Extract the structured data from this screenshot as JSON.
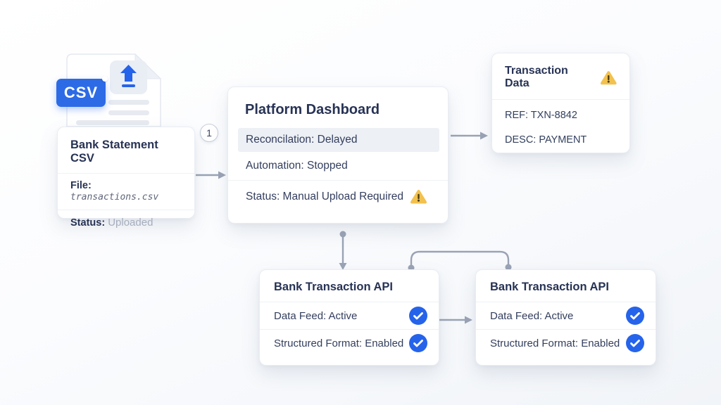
{
  "palette": {
    "blue": "#2563eb",
    "badge_blue": "#2d6be6",
    "navy": "#273355",
    "body_text": "#333e5e",
    "muted_text": "#a6adbd",
    "amber": "#f2c14e",
    "connector": "#9aa3b5"
  },
  "file_icon": {
    "badge_label": "CSV"
  },
  "step_badge": {
    "label": "1"
  },
  "icons": {
    "upload": "upload-arrow-icon",
    "warning": "warning-triangle-icon",
    "check": "check-circle-icon"
  },
  "cards": {
    "bank_statement": {
      "title": "Bank Statement CSV",
      "rows": [
        {
          "label": "File:",
          "value": "transactions.csv"
        },
        {
          "label": "Status:",
          "value": "Uploaded"
        }
      ]
    },
    "platform_dashboard": {
      "title": "Platform Dashboard",
      "rows": [
        {
          "text": "Reconcilation: Delayed"
        },
        {
          "text": "Automation: Stopped"
        },
        {
          "text": "Status: Manual Upload Required"
        }
      ]
    },
    "transaction_data": {
      "title": "Transaction Data",
      "rows": [
        {
          "text": "REF: TXN-8842"
        },
        {
          "text": "DESC: PAYMENT"
        }
      ]
    },
    "bank_api_left": {
      "title": "Bank Transaction API",
      "rows": [
        {
          "text": "Data Feed: Active"
        },
        {
          "text": "Structured Format: Enabled"
        }
      ]
    },
    "bank_api_right": {
      "title": "Bank Transaction API",
      "rows": [
        {
          "text": "Data Feed: Active"
        },
        {
          "text": "Structured Format: Enabled"
        }
      ]
    }
  }
}
